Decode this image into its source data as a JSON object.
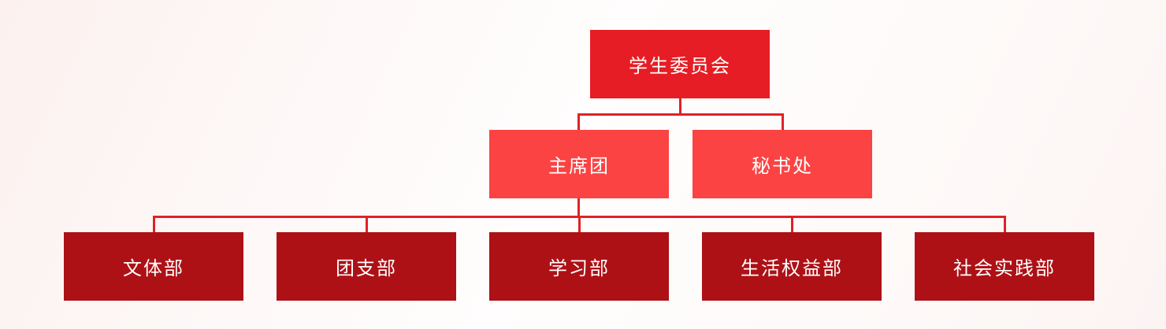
{
  "org_chart": {
    "tree": {
      "label": "学生委员会",
      "children": [
        {
          "label": "主席团",
          "children": [
            {
              "label": "文体部"
            },
            {
              "label": "团支部"
            },
            {
              "label": "学习部"
            },
            {
              "label": "生活权益部"
            },
            {
              "label": "社会实践部"
            }
          ]
        },
        {
          "label": "秘书处",
          "children": []
        }
      ]
    },
    "colors": {
      "level1_box": "#e61d24",
      "level2_box": "#fb4343",
      "level3_box": "#ad1116",
      "connector": "#e02127",
      "box_text": "#ffffff"
    }
  }
}
